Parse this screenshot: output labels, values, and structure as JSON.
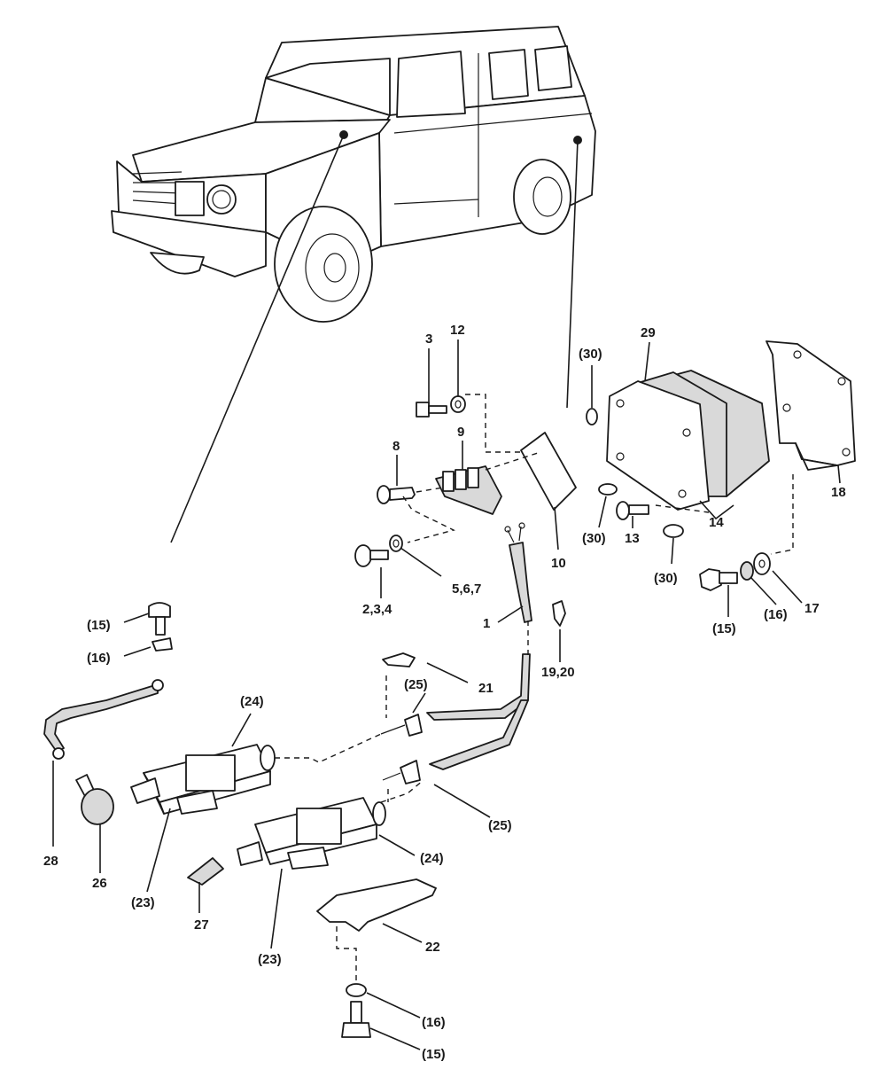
{
  "labels": {
    "l3": "3",
    "l12": "12",
    "l30a": "(30)",
    "l29": "29",
    "l8": "8",
    "l9": "9",
    "l18": "18",
    "l30b": "(30)",
    "l13": "13",
    "l14": "14",
    "l10": "10",
    "l30c": "(30)",
    "l567": "5,6,7",
    "l234": "2,3,4",
    "l1": "1",
    "l15a": "(15)",
    "l16a": "(16)",
    "l17": "17",
    "l15b": "(15)",
    "l16b": "(16)",
    "l1920": "19,20",
    "l21": "21",
    "l25a": "(25)",
    "l24a": "(24)",
    "l25b": "(25)",
    "l28": "28",
    "l26": "26",
    "l23a": "(23)",
    "l24b": "(24)",
    "l27": "27",
    "l23b": "(23)",
    "l22": "22",
    "l16c": "(16)",
    "l15c": "(15)"
  }
}
